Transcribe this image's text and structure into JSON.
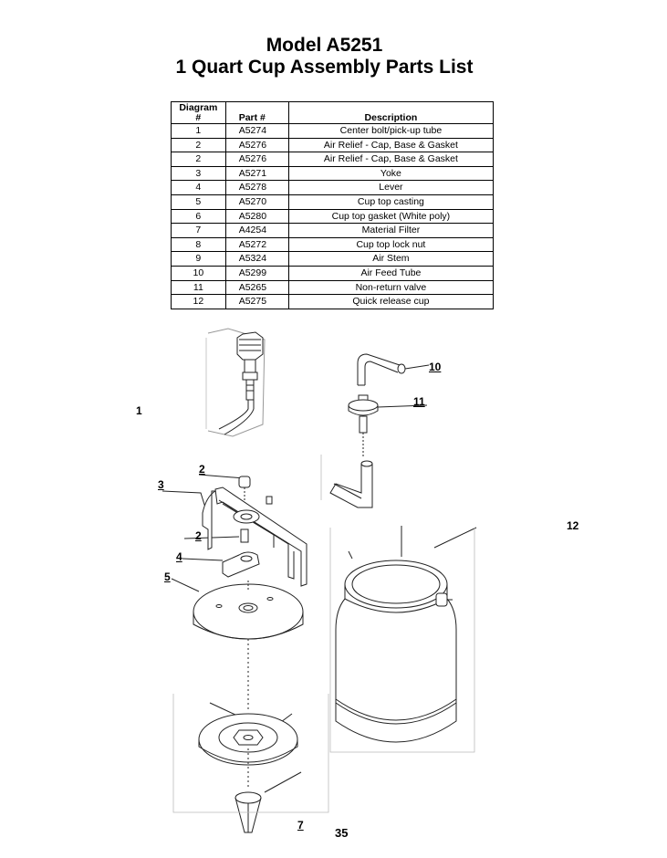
{
  "title_line1": "Model A5251",
  "title_line2": "1 Quart Cup Assembly Parts List",
  "table": {
    "headers": {
      "diagram": "Diagram\n#",
      "part": "Part #",
      "description": "Description"
    },
    "rows": [
      {
        "diagram": "1",
        "part": "A5274",
        "description": "Center bolt/pick-up tube"
      },
      {
        "diagram": "2",
        "part": "A5276",
        "description": "Air Relief - Cap, Base & Gasket"
      },
      {
        "diagram": "2",
        "part": "A5276",
        "description": "Air Relief - Cap, Base & Gasket"
      },
      {
        "diagram": "3",
        "part": "A5271",
        "description": "Yoke"
      },
      {
        "diagram": "4",
        "part": "A5278",
        "description": "Lever"
      },
      {
        "diagram": "5",
        "part": "A5270",
        "description": "Cup top casting"
      },
      {
        "diagram": "6",
        "part": "A5280",
        "description": "Cup top gasket (White poly)"
      },
      {
        "diagram": "7",
        "part": "A4254",
        "description": "Material Filter"
      },
      {
        "diagram": "8",
        "part": "A5272",
        "description": "Cup top lock nut"
      },
      {
        "diagram": "9",
        "part": "A5324",
        "description": "Air Stem"
      },
      {
        "diagram": "10",
        "part": "A5299",
        "description": "Air Feed Tube"
      },
      {
        "diagram": "11",
        "part": "A5265",
        "description": "Non-return valve"
      },
      {
        "diagram": "12",
        "part": "A5275",
        "description": "Quick release cup"
      }
    ]
  },
  "callouts": {
    "c1": "1",
    "c2a": "2",
    "c2b": "2",
    "c3": "3",
    "c4": "4",
    "c5": "5",
    "c7": "7",
    "c10": "10",
    "c11": "11",
    "c12": "12"
  },
  "page_number": "35"
}
